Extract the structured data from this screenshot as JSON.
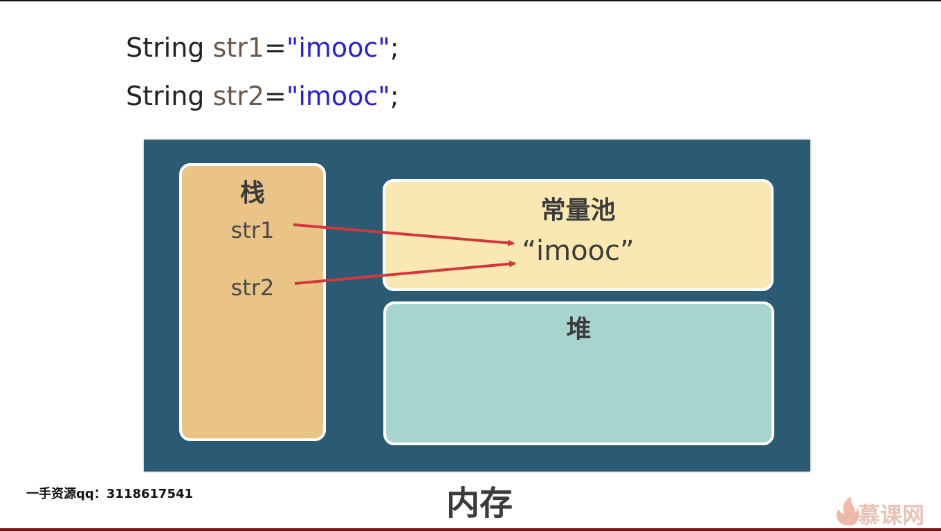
{
  "code": {
    "line1": {
      "type": "String",
      "name": "str1",
      "equals": "=",
      "value": "\"imooc\"",
      "semi": ";"
    },
    "line2": {
      "type": "String",
      "name": "str2",
      "equals": "=",
      "value": "\"imooc\"",
      "semi": ";"
    }
  },
  "diagram": {
    "stack": {
      "title": "栈",
      "refs": [
        "str1",
        "str2"
      ]
    },
    "constant_pool": {
      "title": "常量池",
      "literal": "“imooc”"
    },
    "heap": {
      "title": "堆"
    },
    "caption": "内存",
    "colors": {
      "panel": "#2b5a73",
      "stack": "#eac487",
      "constant_pool": "#fae8b3",
      "heap": "#a8d4cf",
      "arrow": "#d0393b",
      "string_literal": "#2a1fd6"
    }
  },
  "watermark": "一手资源qq：3118617541",
  "brand": {
    "logo_text": "慕课网",
    "icon": "flame-icon"
  }
}
